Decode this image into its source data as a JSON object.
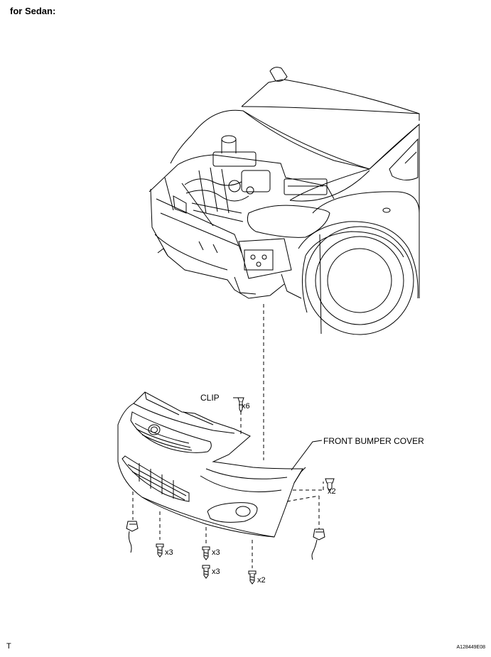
{
  "header": {
    "title": "for Sedan:"
  },
  "labels": {
    "clip": "CLIP",
    "front_bumper_cover": "FRONT BUMPER COVER"
  },
  "quantities": {
    "clip_qty": "x6",
    "side_clip_qty": "x2",
    "lower_left_qty": "x3",
    "lower_center_qty_a": "x3",
    "lower_center_qty_b": "x3",
    "lower_right_qty": "x2"
  },
  "footer": {
    "left_mark": "T",
    "figure_code": "A128449E08"
  },
  "icons": {
    "vehicle": "car-front-engine-bay-illustration",
    "bumper": "front-bumper-cover-illustration",
    "clip": "push-clip-icon",
    "screw": "screw-icon",
    "connector": "fog-lamp-connector-icon"
  }
}
